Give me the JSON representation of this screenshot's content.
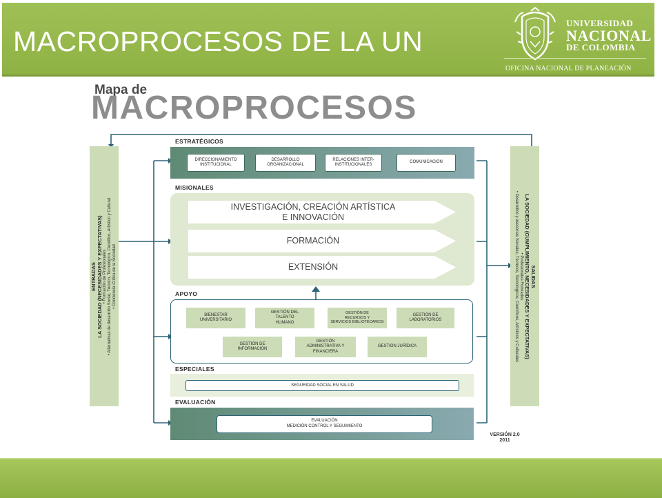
{
  "slide": {
    "title": "MACROPROCESOS DE LA UN"
  },
  "logo": {
    "line1": "UNIVERSIDAD",
    "line2": "NACIONAL",
    "line3": "DE COLOMBIA",
    "line4": "OFICINA NACIONAL DE PLANEACIÓN"
  },
  "diagram": {
    "title_small": "Mapa de",
    "title_big": "MACROPROCESOS",
    "left_panel": {
      "title": "ENTRADAS",
      "subtitle": "LA SOCIEDAD (NECESIDADES Y EXPECTATIVAS)",
      "bullets": [
        "• Formación de Profesionales",
        "• Alternativas de desarrollo Social, Técnico, Tecnológico, Científico, Artístico y Cultural",
        "• Conciencia Crítica de la Sociedad"
      ]
    },
    "right_panel": {
      "title": "SALIDAS",
      "subtitle": "LA SOCIEDAD (CUMPLIMIENTO, NECESIDADES Y EXPECTATIVAS)",
      "bullets": [
        "• Profesionales Formados",
        "• Desarrollos y asesorías Sociales, Técnicos, Tecnológicos, Científicos, Artísticos y Culturales"
      ]
    },
    "estrategicos": {
      "label": "ESTRATÉGICOS",
      "items": [
        {
          "line1": "DIRECCIONAMIENTO",
          "line2": "INSTITUCIONAL"
        },
        {
          "line1": "DESARROLLO",
          "line2": "ORGANIZACIONAL"
        },
        {
          "line1": "RELACIONES INTER-",
          "line2": "INSTITUCIONALES"
        },
        {
          "line1": "COMUNICACIÓN",
          "line2": ""
        }
      ]
    },
    "misionales": {
      "label": "MISIONALES",
      "items": [
        {
          "line1": "INVESTIGACIÓN, CREACIÓN ARTÍSTICA",
          "line2": "E INNOVACIÓN"
        },
        {
          "line1": "FORMACIÓN",
          "line2": ""
        },
        {
          "line1": "EXTENSIÓN",
          "line2": ""
        }
      ]
    },
    "apoyo": {
      "label": "APOYO",
      "items": [
        {
          "line1": "BIENESTAR",
          "line2": "UNIVERSITARIO",
          "line3": ""
        },
        {
          "line1": "GESTIÓN DEL",
          "line2": "TALENTO",
          "line3": "HUMANO"
        },
        {
          "line1": "GESTIÓN DE",
          "line2": "RECURSOS Y",
          "line3": "SERVICIOS BIBLIOTECARIOS"
        },
        {
          "line1": "GESTIÓN DE",
          "line2": "LABORATORIOS",
          "line3": ""
        },
        {
          "line1": "GESTIÓN DE",
          "line2": "INFORMACIÓN",
          "line3": ""
        },
        {
          "line1": "GESTIÓN",
          "line2": "ADMINISTRATIVA Y",
          "line3": "FINANCIERA"
        },
        {
          "line1": "GESTIÓN JURÍDICA",
          "line2": "",
          "line3": ""
        }
      ]
    },
    "especiales": {
      "label": "ESPECIALES",
      "item": "SEGURIDAD SOCIAL EN SALUD"
    },
    "evaluacion": {
      "label": "EVALUACIÓN",
      "line1": "EVALUACIÓN",
      "line2": "MEDICIÓN CONTROL Y SEGUIMIENTO"
    },
    "version": {
      "line1": "VERSIÓN 2.0",
      "line2": "2011"
    }
  }
}
